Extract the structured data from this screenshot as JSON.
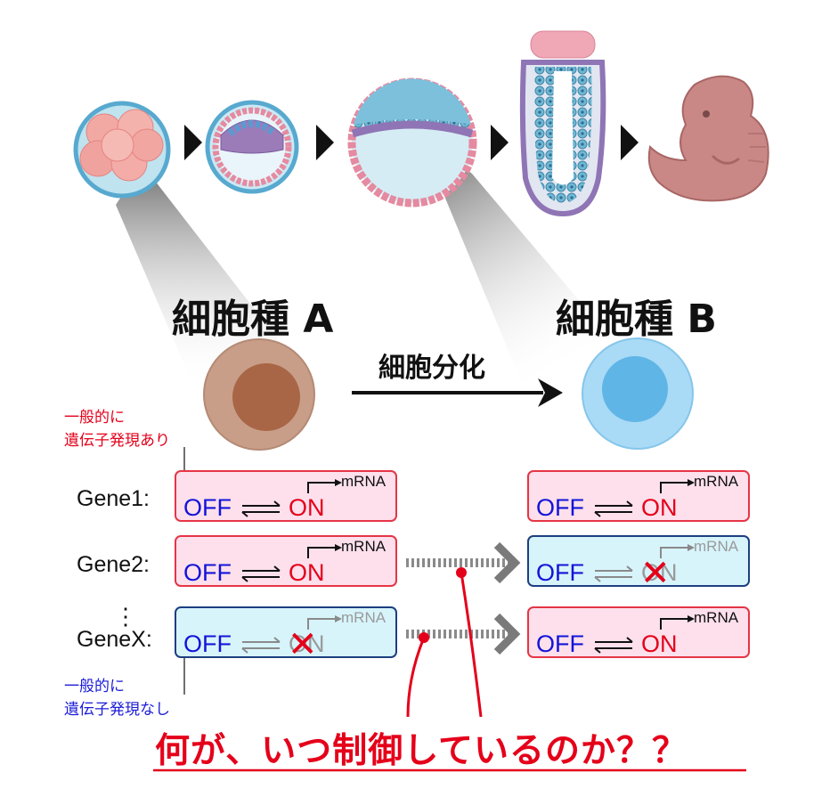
{
  "cell_type_a": "細胞種 A",
  "cell_type_b": "細胞種 B",
  "differentiation": "細胞分化",
  "note_expressed": [
    "一般的に",
    "遺伝子発現あり"
  ],
  "note_not_expressed": [
    "一般的に",
    "遺伝子発現なし"
  ],
  "gene_labels": [
    "Gene1:",
    "Gene2:",
    "GeneX:"
  ],
  "vertical_ellipsis": "⋮",
  "off_label": "OFF",
  "on_label": "ON",
  "mrna_label": "mRNA",
  "cross_mark": "✕",
  "states": {
    "gene1": {
      "a": "ON",
      "b": "ON"
    },
    "gene2": {
      "a": "ON",
      "b": "OFF"
    },
    "genex": {
      "a": "OFF",
      "b": "ON"
    }
  },
  "question": "何が、いつ制御しているのか？？",
  "colors": {
    "on_red": "#e5001a",
    "off_blue": "#1414d8",
    "pink_box": "#fde0ec",
    "cyan_box": "#d7f4fb",
    "cell_a": "#c99e88",
    "cell_a_nucleus": "#a86646",
    "cell_b": "#a9daf6",
    "cell_b_nucleus": "#5fb5e6"
  },
  "icons": [
    "morula-icon",
    "blastocyst-icon",
    "gastrula-icon",
    "neural-tube-icon",
    "embryo-icon",
    "stage-arrow-icon"
  ]
}
